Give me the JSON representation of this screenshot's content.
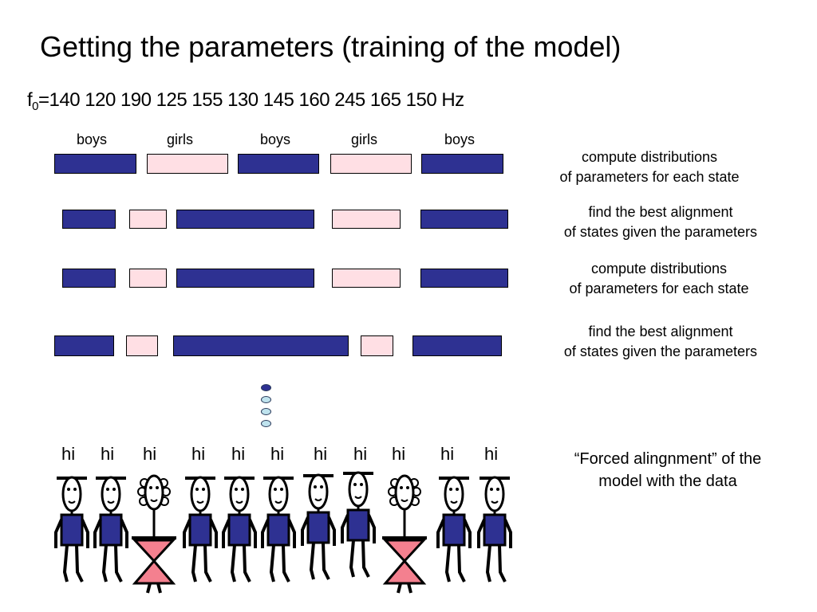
{
  "title": "Getting the parameters (training of the model)",
  "frequency": {
    "prefix": "f",
    "subscript": "0",
    "values": "=140 120  190  125  155  130  145   160   245   165   150 Hz"
  },
  "group_labels": [
    "boys",
    "girls",
    "boys",
    "girls",
    "boys"
  ],
  "rows": [
    {
      "note_line1": "compute distributions",
      "note_line2": "of parameters for each state"
    },
    {
      "note_line1": "find the best alignment",
      "note_line2": "of states given the parameters"
    },
    {
      "note_line1": "compute distributions",
      "note_line2": "of parameters for each state"
    },
    {
      "note_line1": "find the best alignment",
      "note_line2": "of states given the parameters"
    }
  ],
  "speakers": [
    "hi",
    "hi",
    "hi",
    "hi",
    "hi",
    "hi",
    "hi",
    "hi",
    "hi",
    "hi",
    "hi"
  ],
  "forced_alignment": "“Forced alingnment” of the model with the data",
  "colors": {
    "boy": "#2e3192",
    "girl": "#ffdfe4",
    "girl_skirt": "#f4808f"
  }
}
